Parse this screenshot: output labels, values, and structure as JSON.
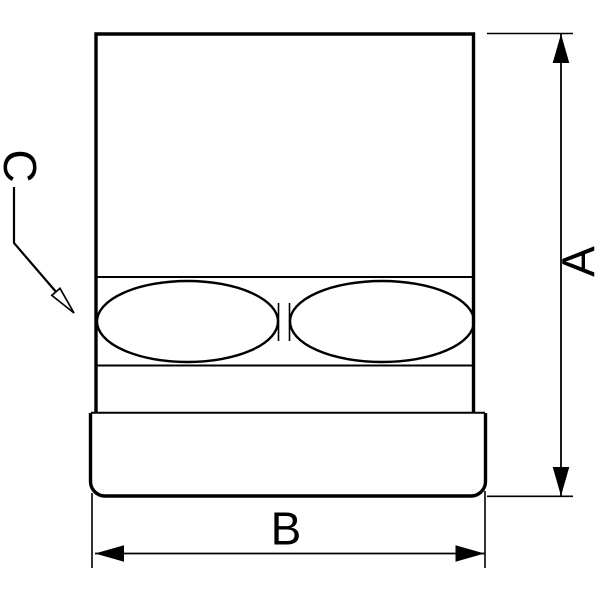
{
  "drawing": {
    "kind": "technical-dimension-drawing",
    "part": {
      "body": "rectangular-body",
      "hex_band": "hex-nut-band-side-view",
      "flange": "rounded-base-flange"
    },
    "dimensions": {
      "a": {
        "label": "A",
        "orientation": "vertical-right"
      },
      "b": {
        "label": "B",
        "orientation": "horizontal-bottom"
      },
      "c": {
        "label": "C",
        "orientation": "leader-top-left"
      }
    },
    "colors": {
      "line": "#000000",
      "background": "#ffffff"
    }
  }
}
